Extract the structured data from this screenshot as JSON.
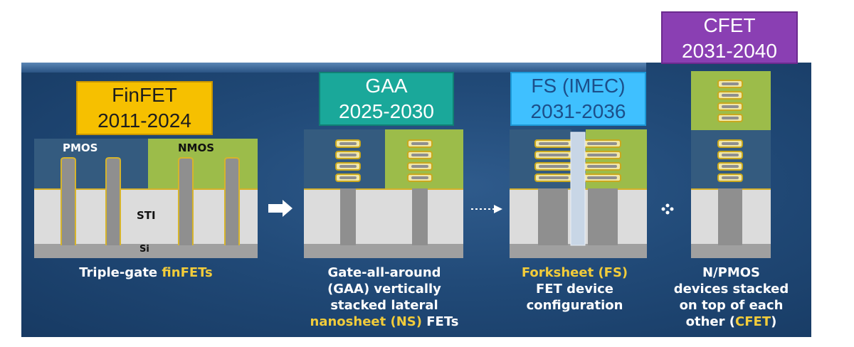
{
  "stages": {
    "finfet": {
      "name": "FinFET",
      "years": "2011-2024"
    },
    "gaa": {
      "name": "GAA",
      "years": "2025-2030"
    },
    "fs": {
      "name": "FS (IMEC)",
      "years": "2031-2036"
    },
    "cfet": {
      "name": "CFET",
      "years": "2031-2040"
    }
  },
  "finfet_diagram": {
    "pmos": "PMOS",
    "nmos": "NMOS",
    "sti": "STI",
    "si": "Si"
  },
  "captions": {
    "finfet": {
      "a": "Triple-gate ",
      "b": "finFETs"
    },
    "gaa": {
      "l1": "Gate-all-around",
      "l2": "(GAA) vertically",
      "l3": "stacked lateral",
      "l4a": "nanosheet (NS)",
      "l4b": " FETs"
    },
    "fs": {
      "l1": "Forksheet (FS)",
      "l2": "FET device",
      "l3": "configuration"
    },
    "cfet": {
      "l1": "N/PMOS",
      "l2": "devices stacked",
      "l3": "on top of each",
      "l4a": "other (",
      "l4b": "CFET",
      "l4c": ")"
    }
  },
  "colors": {
    "finfet_box": "#f6c000",
    "gaa_box": "#1aa89a",
    "fs_box": "#3fc0ff",
    "cfet_box": "#8a3fb3",
    "pmos_gate": "#345b7f",
    "nmos_gate": "#9cbc4a",
    "oxide": "#dcdcdc",
    "silicon": "#a0a0a0",
    "accent_text": "#f2cc3a"
  }
}
